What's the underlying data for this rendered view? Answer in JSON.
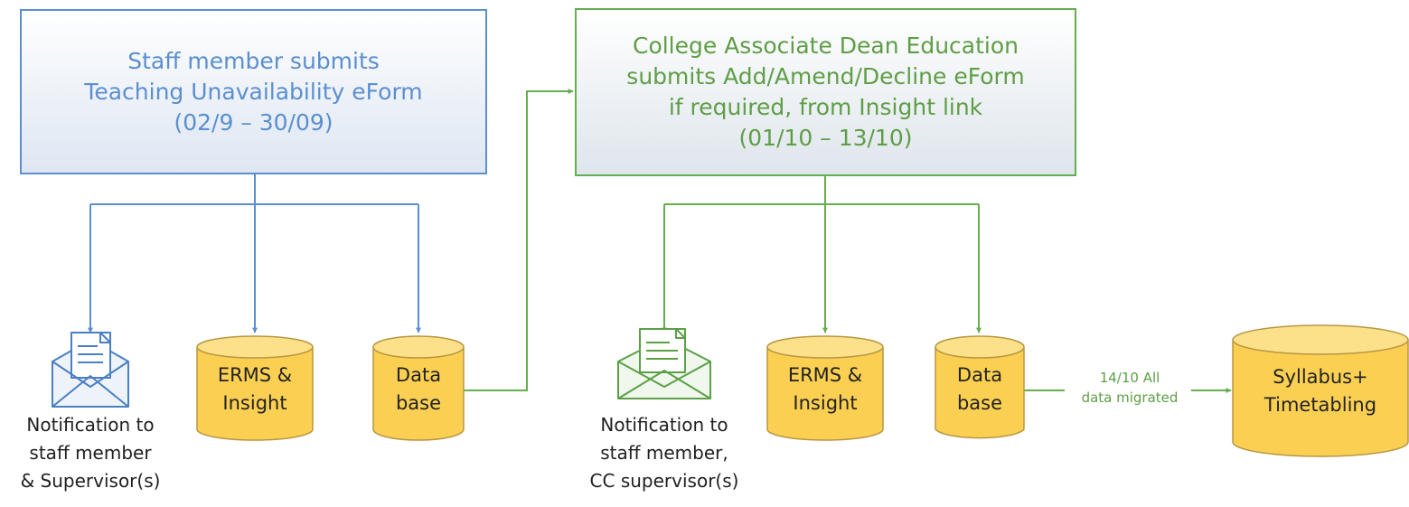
{
  "boxes": {
    "staff_submit": {
      "lines": [
        "Staff member submits",
        "Teaching Unavailability eForm",
        "(02/9 – 30/09)"
      ]
    },
    "dean_submit": {
      "lines": [
        "College Associate Dean Education",
        "submits Add/Amend/Decline eForm",
        "if required, from Insight link",
        "(01/10 – 13/10)"
      ]
    }
  },
  "nodes": {
    "ermsInsight1": {
      "lines": [
        "ERMS &",
        "Insight"
      ]
    },
    "database1": {
      "lines": [
        "Data",
        "base"
      ]
    },
    "ermsInsight2": {
      "lines": [
        "ERMS &",
        "Insight"
      ]
    },
    "database2": {
      "lines": [
        "Data",
        "base"
      ]
    },
    "syllabusTimetabling": {
      "lines": [
        "Syllabus+",
        "Timetabling"
      ]
    }
  },
  "notifications": {
    "first": {
      "lines": [
        "Notification to",
        "staff member",
        "& Supervisor(s)"
      ]
    },
    "second": {
      "lines": [
        "Notification to",
        "staff member,",
        "CC supervisor(s)"
      ]
    }
  },
  "migration": {
    "lines": [
      "14/10 All",
      "data migrated"
    ]
  },
  "colors": {
    "blue_stroke": "#5b8fd0",
    "green_stroke": "#66ad4f",
    "cylinder_fill": "#fbd052",
    "cylinder_stroke": "#b89641"
  }
}
